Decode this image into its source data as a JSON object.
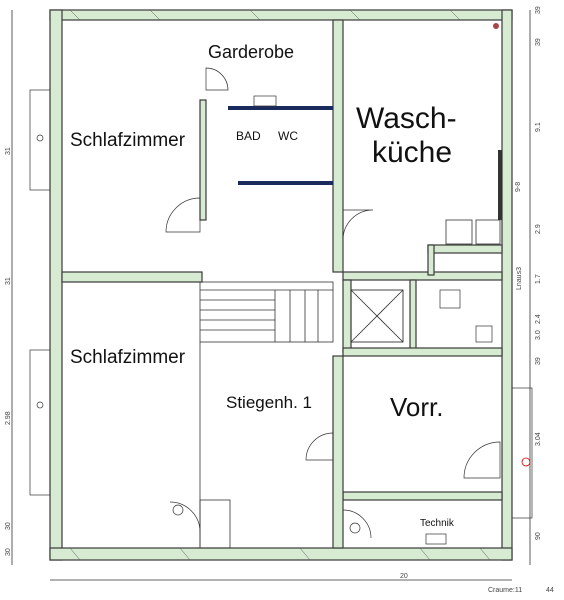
{
  "rooms": {
    "garderobe": "Garderobe",
    "schlafzimmer_top": "Schlafzimmer",
    "bad": "BAD",
    "wc": "WC",
    "waschkueche_1": "Wasch-",
    "waschkueche_2": "küche",
    "schlafzimmer_bottom": "Schlafzimmer",
    "stiegenhaus": "Stiegenh. 1",
    "vorraum": "Vorr.",
    "technik": "Technik"
  },
  "dimensions": {
    "bottom_total": "20",
    "footer_label": "Craume:11",
    "footer_number": "44",
    "left_dims": [
      "31",
      "31",
      "2.98",
      "30",
      "30"
    ],
    "right_dims": [
      "39",
      "39",
      "9.1",
      "9-8",
      "2.9",
      "1.7",
      "2.4",
      "3.0",
      "39",
      "3.04",
      "90"
    ],
    "lnaus_label": "Lnaus3"
  }
}
